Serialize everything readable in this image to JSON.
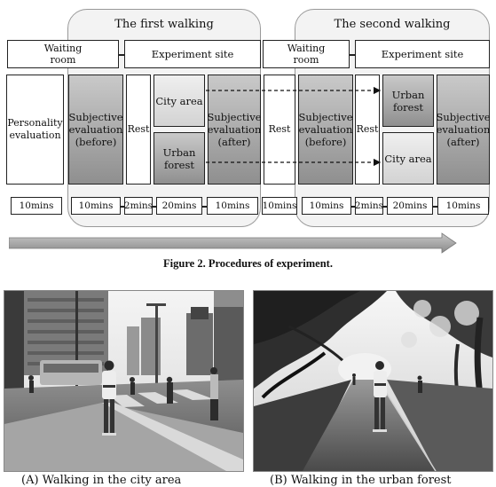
{
  "diagram": {
    "first_walking_title": "The first walking",
    "second_walking_title": "The second walking",
    "waiting_room_1": "Waiting\nroom",
    "experiment_site_1": "Experiment site",
    "waiting_room_2": "Waiting\nroom",
    "experiment_site_2": "Experiment site",
    "personality_evaluation": "Personality\nevaluation",
    "subjective_before_1": "Subjective\nevaluation\n(before)",
    "rest_1": "Rest",
    "city_area_1": "City area",
    "urban_forest_1": "Urban\nforest",
    "subjective_after_1": "Subjective\nevaluation\n(after)",
    "rest_2": "Rest",
    "subjective_before_2": "Subjective\nevaluation\n(before)",
    "rest_3": "Rest",
    "urban_forest_2": "Urban\nforest",
    "city_area_2": "City area",
    "subjective_after_2": "Subjective\nevaluation\n(after)",
    "durations": [
      "10mins",
      "10mins",
      "2mins",
      "20mins",
      "10mins",
      "10mins",
      "10mins",
      "2mins",
      "20mins",
      "10mins"
    ]
  },
  "figure_caption": "Figure 2. Procedures of experiment.",
  "photos": {
    "left_caption": "(A)  Walking  in  the  city  area",
    "right_caption": "(B)  Walking  in  the  urban  forest"
  }
}
